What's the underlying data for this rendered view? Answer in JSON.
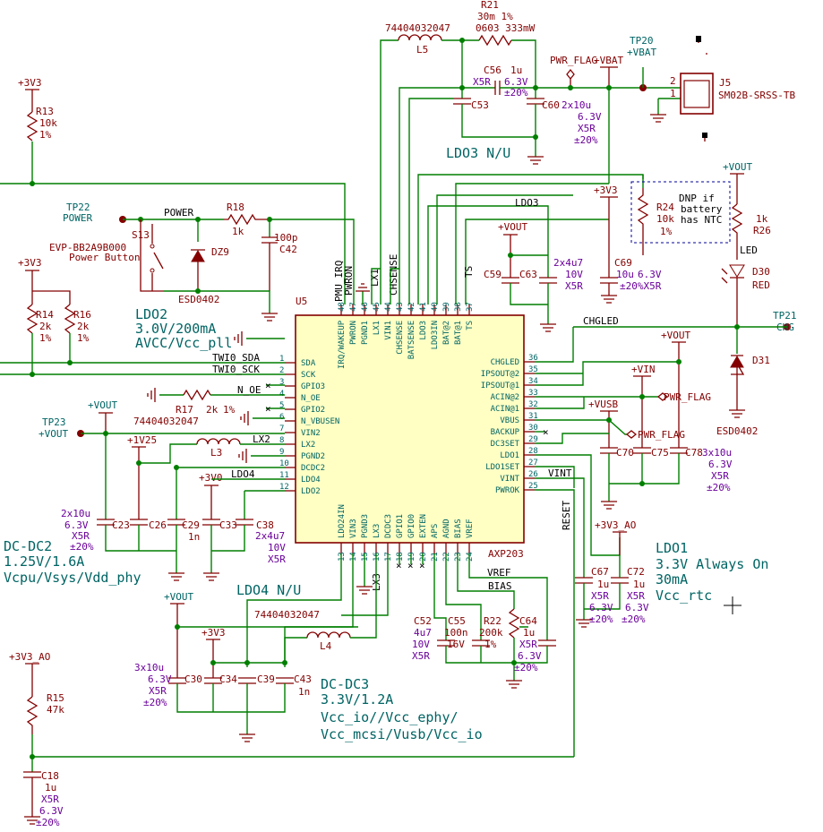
{
  "chip": {
    "ref": "U5",
    "value": "AXP203"
  },
  "pins_left": [
    {
      "num": "1",
      "name": "SDA"
    },
    {
      "num": "2",
      "name": "SCK"
    },
    {
      "num": "3",
      "name": "GPIO3"
    },
    {
      "num": "4",
      "name": "N_OE"
    },
    {
      "num": "5",
      "name": "GPIO2"
    },
    {
      "num": "6",
      "name": "N_VBUSEN"
    },
    {
      "num": "7",
      "name": "VIN2"
    },
    {
      "num": "8",
      "name": "LX2"
    },
    {
      "num": "9",
      "name": "PGND2"
    },
    {
      "num": "10",
      "name": "DCDC2"
    },
    {
      "num": "11",
      "name": "LDO4"
    },
    {
      "num": "12",
      "name": "LDO2"
    }
  ],
  "pins_right": [
    {
      "num": "36",
      "name": "CHGLED"
    },
    {
      "num": "35",
      "name": "IPSOUT@2"
    },
    {
      "num": "34",
      "name": "IPSOUT@1"
    },
    {
      "num": "33",
      "name": "ACIN@2"
    },
    {
      "num": "32",
      "name": "ACIN@1"
    },
    {
      "num": "31",
      "name": "VBUS"
    },
    {
      "num": "30",
      "name": "BACKUP"
    },
    {
      "num": "29",
      "name": "DC3SET"
    },
    {
      "num": "28",
      "name": "LDO1"
    },
    {
      "num": "27",
      "name": "LDO1SET"
    },
    {
      "num": "26",
      "name": "VINT"
    },
    {
      "num": "25",
      "name": "PWROK"
    }
  ],
  "pins_top": [
    {
      "num": "48",
      "name": "IRQ/WAKEUP"
    },
    {
      "num": "47",
      "name": "PWRON"
    },
    {
      "num": "46",
      "name": "PGND1"
    },
    {
      "num": "45",
      "name": "LX1"
    },
    {
      "num": "44",
      "name": "VIN1"
    },
    {
      "num": "43",
      "name": "CHSENSE"
    },
    {
      "num": "42",
      "name": "BATSENSE"
    },
    {
      "num": "41",
      "name": "LDO3"
    },
    {
      "num": "40",
      "name": "LDO3IN"
    },
    {
      "num": "39",
      "name": "BAT@2"
    },
    {
      "num": "38",
      "name": "BAT@1"
    },
    {
      "num": "37",
      "name": "TS"
    }
  ],
  "pins_bottom": [
    {
      "num": "13",
      "name": "LDO24IN"
    },
    {
      "num": "14",
      "name": "VIN3"
    },
    {
      "num": "15",
      "name": "PGND3"
    },
    {
      "num": "16",
      "name": "LX3"
    },
    {
      "num": "17",
      "name": "DCDC3"
    },
    {
      "num": "18",
      "name": "GPIO1"
    },
    {
      "num": "19",
      "name": "GPIO0"
    },
    {
      "num": "20",
      "name": "EXTEN"
    },
    {
      "num": "21",
      "name": "APS"
    },
    {
      "num": "22",
      "name": "AGND"
    },
    {
      "num": "23",
      "name": "BIAS"
    },
    {
      "num": "24",
      "name": "VREF"
    }
  ],
  "nets": {
    "twi_sda": "TWI0_SDA",
    "twi_sck": "TWI0_SCK",
    "pmu_irq": "PMU_IRQ",
    "pwron": "PWRON",
    "lx1": "LX1",
    "chsense": "CHSENSE",
    "ts": "TS",
    "ldo3": "LDO3",
    "n_oe": "N_OE",
    "lx2": "LX2",
    "ldo4": "LDO4",
    "lx3": "LX3",
    "vint": "VINT",
    "reset": "RESET",
    "chgled": "CHGLED",
    "vref": "VREF",
    "bias": "BIAS",
    "power": "POWER"
  },
  "power": {
    "v3v3": "+3V3",
    "vout": "+VOUT",
    "vin": "+VIN",
    "vusb": "+VUSB",
    "v3v3_ao": "+3V3_AO",
    "v1v25": "+1V25",
    "v3v0": "+3V0",
    "vbat": "+VBAT",
    "pwr_flag": "PWR_FLAG"
  },
  "components": {
    "r21": {
      "ref": "R21",
      "v1": "30m 1%",
      "v2": "0603 333mW"
    },
    "l5": {
      "ref": "L5",
      "part": "74404032047"
    },
    "c56": {
      "ref": "C56",
      "v1": "1u",
      "v2": "6.3V",
      "v3": "X5R",
      "v4": "±20%"
    },
    "c53": {
      "ref": "C53"
    },
    "c60": {
      "ref": "C60",
      "v1": "2x10u",
      "v2": "6.3V",
      "v3": "X5R",
      "v4": "±20%"
    },
    "tp20": {
      "ref": "TP20",
      "net": "+VBAT"
    },
    "j5": {
      "ref": "J5",
      "value": "SM02B-SRSS-TB",
      "p1": "1",
      "p2": "2"
    },
    "ldo3nu": {
      "text": "LDO3 N/U"
    },
    "r13": {
      "ref": "R13",
      "v1": "10k",
      "v2": "1%"
    },
    "tp22": {
      "ref": "TP22",
      "net": "POWER"
    },
    "r18": {
      "ref": "R18",
      "value": "1k"
    },
    "c42": {
      "ref": "C42",
      "value": "100p"
    },
    "s13": {
      "ref": "S13",
      "part": "EVP-BB2A9B000",
      "desc": "Power Button"
    },
    "dz9": {
      "ref": "DZ9",
      "value": "ESD0402"
    },
    "c59": {
      "ref": "C59"
    },
    "c63": {
      "ref": "C63",
      "v1": "2x4u7",
      "v2": "10V",
      "v3": "X5R"
    },
    "c69": {
      "ref": "C69",
      "v1": "10u",
      "v2": "6.3V",
      "v3": "±20%X5R"
    },
    "r24": {
      "ref": "R24",
      "v1": "10k",
      "v2": "1%"
    },
    "dnp": {
      "l1": "DNP if",
      "l2": "battery",
      "l3": "has NTC"
    },
    "r26": {
      "ref": "R26",
      "value": "1k"
    },
    "d30": {
      "ref": "D30",
      "value": "RED",
      "label": "LED"
    },
    "tp21": {
      "ref": "TP21",
      "net": "CHG"
    },
    "d31": {
      "ref": "D31",
      "value": "ESD0402"
    },
    "r14": {
      "ref": "R14",
      "v1": "2k",
      "v2": "1%"
    },
    "r16": {
      "ref": "R16",
      "v1": "2k",
      "v2": "1%"
    },
    "ldo2": {
      "l1": "LDO2",
      "l2": "3.0V/200mA",
      "l3": "AVCC/Vcc_pll"
    },
    "r17": {
      "ref": "R17",
      "v1": "2k",
      "v2": "1%"
    },
    "l3": {
      "ref": "L3",
      "part": "74404032047"
    },
    "tp23": {
      "ref": "TP23",
      "net": "+VOUT"
    },
    "c23": {
      "ref": "C23",
      "v1": "2x10u",
      "v2": "6.3V",
      "v3": "X5R",
      "v4": "±20%"
    },
    "c26": {
      "ref": "C26"
    },
    "c29": {
      "ref": "C29",
      "value": "1n"
    },
    "c33": {
      "ref": "C33"
    },
    "c38": {
      "ref": "C38",
      "v1": "2x4u7",
      "v2": "10V",
      "v3": "X5R"
    },
    "dcdc2": {
      "l1": "DC-DC2",
      "l2": "1.25V/1.6A",
      "l3": "Vcpu/Vsys/Vdd_phy"
    },
    "ldo4nu": {
      "text": "LDO4 N/U"
    },
    "l4": {
      "ref": "L4",
      "part": "74404032047"
    },
    "c30": {
      "ref": "C30",
      "v1": "3x10u",
      "v2": "6.3V",
      "v3": "X5R",
      "v4": "±20%"
    },
    "c34": {
      "ref": "C34"
    },
    "c39": {
      "ref": "C39"
    },
    "c43": {
      "ref": "C43",
      "value": "1n"
    },
    "dcdc3": {
      "l1": "DC-DC3",
      "l2": "3.3V/1.2A",
      "l3": "Vcc_io//Vcc_ephy/",
      "l4": "Vcc_mcsi/Vusb/Vcc_io"
    },
    "c52": {
      "ref": "C52",
      "v1": "4u7",
      "v2": "10V",
      "v3": "X5R"
    },
    "c55": {
      "ref": "C55",
      "v1": "100n",
      "v2": "16V"
    },
    "r22": {
      "ref": "R22",
      "v1": "200k",
      "v2": "1%"
    },
    "c64": {
      "ref": "C64",
      "v1": "1u",
      "v2": "X5R",
      "v3": "6.3V",
      "v4": "±20%"
    },
    "c70": {
      "ref": "C70"
    },
    "c75": {
      "ref": "C75"
    },
    "c78": {
      "ref": "C78",
      "v1": "3x10u",
      "v2": "6.3V",
      "v3": "X5R",
      "v4": "±20%"
    },
    "c67": {
      "ref": "C67",
      "v1": "1u",
      "v2": "X5R",
      "v3": "6.3V",
      "v4": "±20%"
    },
    "c72": {
      "ref": "C72",
      "v1": "1u",
      "v2": "X5R",
      "v3": "6.3V",
      "v4": "±20%"
    },
    "ldo1": {
      "l1": "LDO1",
      "l2": "3.3V Always On",
      "l3": "30mA",
      "l4": "Vcc_rtc"
    },
    "r15": {
      "ref": "R15",
      "value": "47k"
    },
    "c18": {
      "ref": "C18",
      "v1": "1u",
      "v2": "X5R",
      "v3": "6.3V",
      "v4": "±20%"
    }
  }
}
